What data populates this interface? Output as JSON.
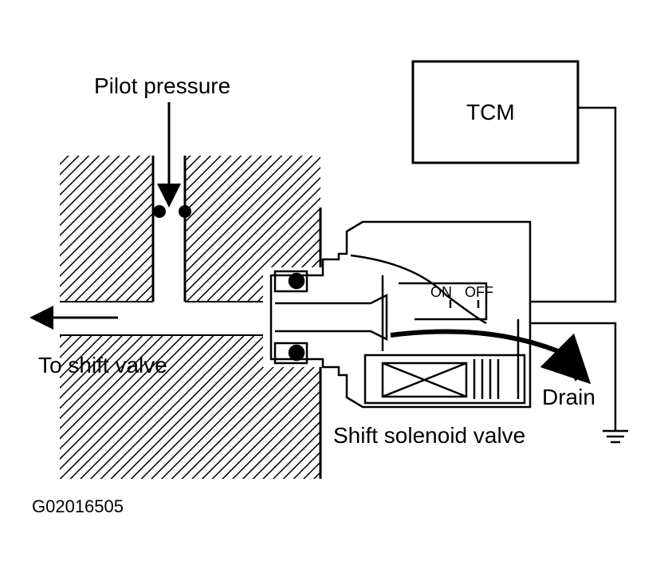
{
  "labels": {
    "pilot_pressure": "Pilot pressure",
    "tcm": "TCM",
    "on": "ON",
    "off": "OFF",
    "to_shift_valve": "To shift valve",
    "drain": "Drain",
    "shift_solenoid_valve": "Shift solenoid valve",
    "figure_code": "G02016505"
  }
}
